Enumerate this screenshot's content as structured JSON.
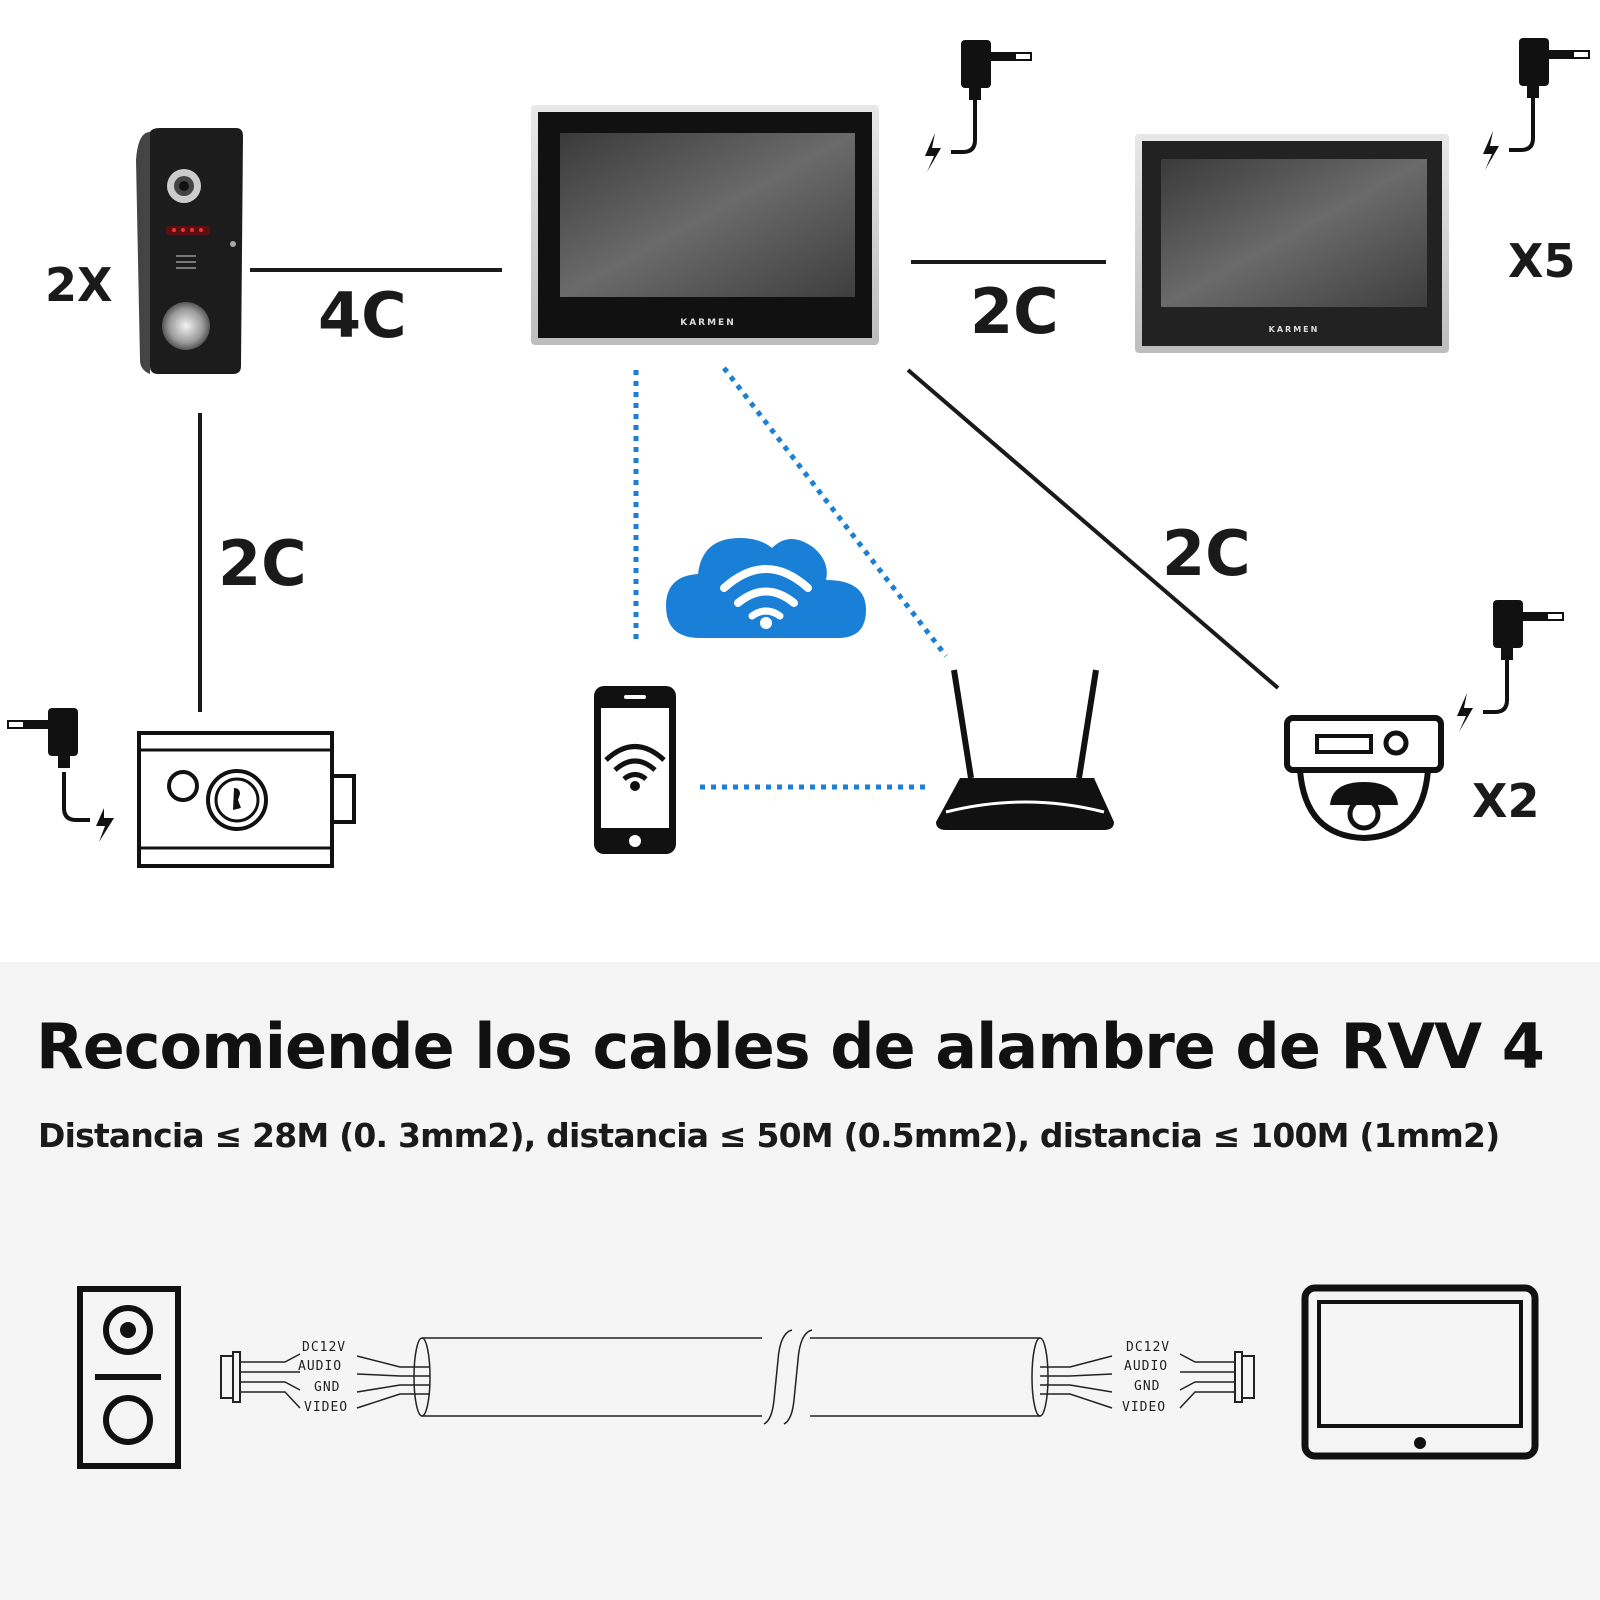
{
  "labels": {
    "doorbell_count": "2X",
    "doorbell_to_monitor": "4C",
    "doorbell_to_lock": "2C",
    "monitor_to_monitor": "2C",
    "monitor_to_camera": "2C",
    "extra_monitor_count": "X5",
    "camera_count": "X2"
  },
  "brand": {
    "main_monitor": "KARMEN",
    "extra_monitor": "KARMEN"
  },
  "recommendation": {
    "title": "Recomiende los cables de alambre de RVV 4",
    "subtitle": "Distancia ≤ 28M (0. 3mm2), distancia ≤ 50M (0.5mm2), distancia ≤ 100M (1mm2)"
  },
  "wiring": {
    "left": [
      "DC12V",
      "AUDIO",
      "GND",
      "VIDEO"
    ],
    "right": [
      "DC12V",
      "AUDIO",
      "GND",
      "VIDEO"
    ]
  },
  "colors": {
    "wireless_link": "#1a7fd6",
    "cloud": "#1a7fd6",
    "cable": "#1a1a1a",
    "bottom_panel": "#f5f5f5"
  },
  "icons": [
    "doorbell-icon",
    "monitor-icon",
    "power-adapter-icon",
    "lock-icon",
    "cloud-wifi-icon",
    "phone-icon",
    "router-icon",
    "camera-icon"
  ]
}
